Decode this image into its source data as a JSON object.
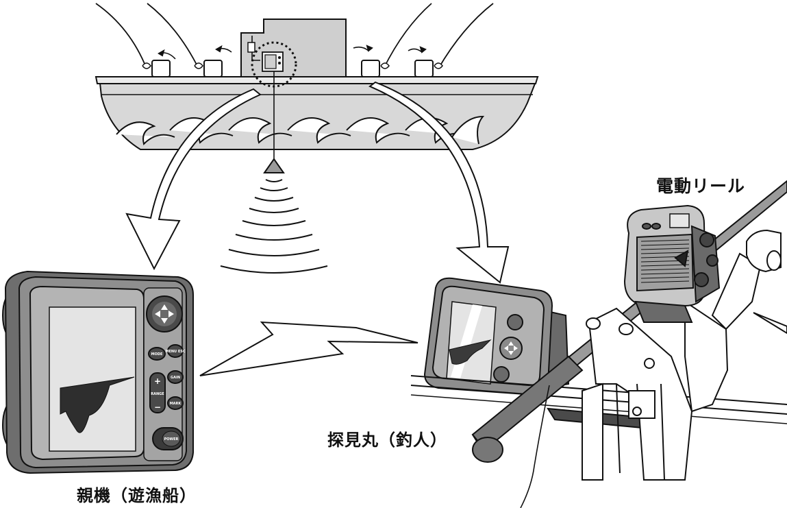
{
  "labels": {
    "electric_reel": "電動リール",
    "tanmimaru": "探見丸（釣人）",
    "master_unit": "親機（遊漁船）"
  },
  "device_buttons": {
    "mode": "MODE",
    "menu_esc": "MENU ESC",
    "gain": "GAIN",
    "range": "RANGE",
    "mark": "MARK",
    "power": "POWER"
  },
  "colors": {
    "line": "#111111",
    "hull_fill": "#d8d8d8",
    "hull_shade": "#bdbdbd",
    "device_body": "#8e8e8e",
    "device_dark": "#5e5e5e",
    "screen": "#e4e4e4",
    "rod": "#777777"
  }
}
